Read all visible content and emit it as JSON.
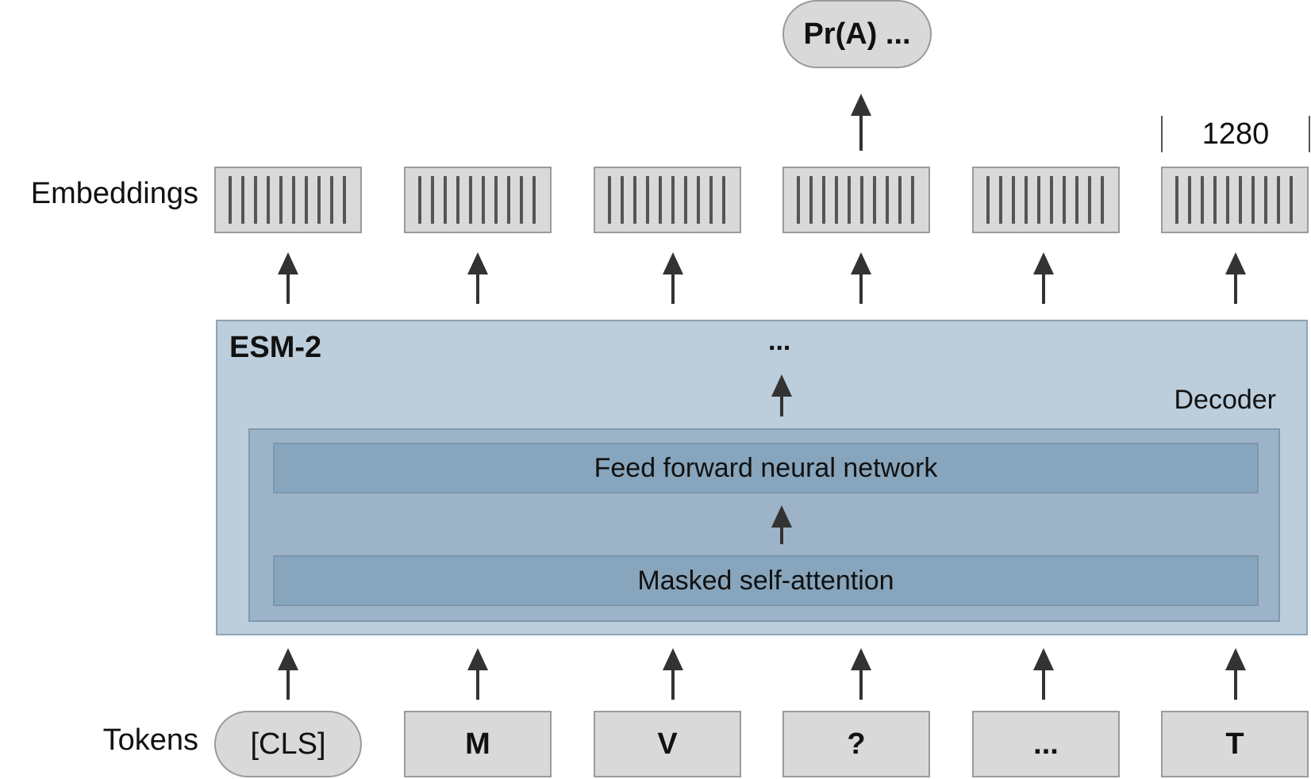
{
  "labels": {
    "embeddings": "Embeddings",
    "tokens": "Tokens"
  },
  "output": {
    "text": "Pr(A) ..."
  },
  "dimension": {
    "text": "1280"
  },
  "model": {
    "name": "ESM-2",
    "ellipsis": "...",
    "decoder": "Decoder",
    "ffn": "Feed forward neural network",
    "attention": "Masked self-attention"
  },
  "tokens": [
    "[CLS]",
    "M",
    "V",
    "?",
    "...",
    "T"
  ],
  "colors": {
    "box_fill": "#d9d9d9",
    "model_fill": "#bccddb",
    "inner_fill": "#9db3c7",
    "layer_fill": "#87a5bc",
    "arrow": "#333333"
  }
}
